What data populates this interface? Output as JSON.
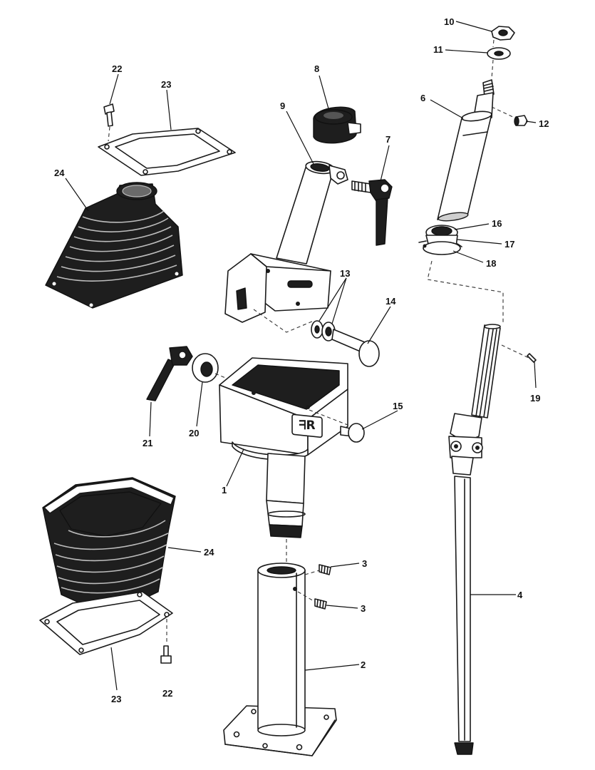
{
  "diagram": {
    "callouts": [
      {
        "key": "c10",
        "text": "10"
      },
      {
        "key": "c11",
        "text": "11"
      },
      {
        "key": "c6",
        "text": "6"
      },
      {
        "key": "c12",
        "text": "12"
      },
      {
        "key": "c16",
        "text": "16"
      },
      {
        "key": "c17",
        "text": "17"
      },
      {
        "key": "c18",
        "text": "18"
      },
      {
        "key": "c19",
        "text": "19"
      },
      {
        "key": "c8",
        "text": "8"
      },
      {
        "key": "c9",
        "text": "9"
      },
      {
        "key": "c7",
        "text": "7"
      },
      {
        "key": "c13",
        "text": "13"
      },
      {
        "key": "c14",
        "text": "14"
      },
      {
        "key": "c15",
        "text": "15"
      },
      {
        "key": "c1",
        "text": "1"
      },
      {
        "key": "c20",
        "text": "20"
      },
      {
        "key": "c21",
        "text": "21"
      },
      {
        "key": "c22a",
        "text": "22"
      },
      {
        "key": "c23a",
        "text": "23"
      },
      {
        "key": "c24a",
        "text": "24"
      },
      {
        "key": "c24b",
        "text": "24"
      },
      {
        "key": "c3a",
        "text": "3"
      },
      {
        "key": "c3b",
        "text": "3"
      },
      {
        "key": "c2",
        "text": "2"
      },
      {
        "key": "c4",
        "text": "4"
      },
      {
        "key": "c23b",
        "text": "23"
      },
      {
        "key": "c22b",
        "text": "22"
      }
    ],
    "casting_mark": "ᖷR"
  }
}
